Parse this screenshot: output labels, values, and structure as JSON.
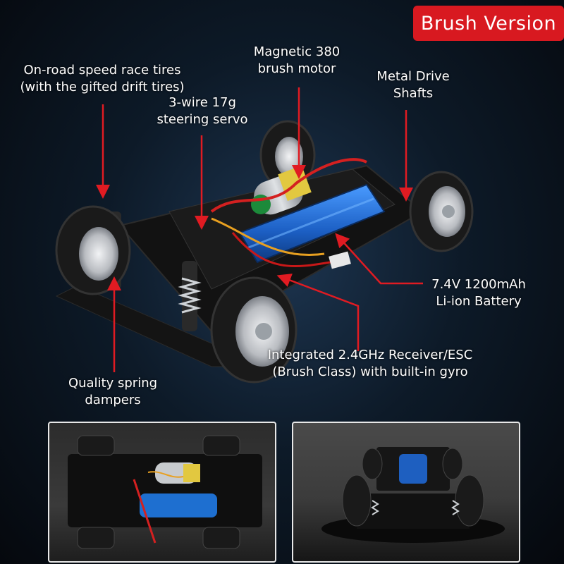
{
  "badge": {
    "label": "Brush Version"
  },
  "callouts": {
    "tires": {
      "line1": "On-road speed race tires",
      "line2": "(with the gifted drift tires)"
    },
    "motor": {
      "line1": "Magnetic 380",
      "line2": "brush motor"
    },
    "shafts": {
      "line1": "Metal Drive",
      "line2": "Shafts"
    },
    "servo": {
      "line1": "3-wire 17g",
      "line2": "steering servo"
    },
    "battery": {
      "line1": "7.4V 1200mAh",
      "line2": "Li-ion Battery"
    },
    "esc": {
      "line1": "Integrated 2.4GHz Receiver/ESC",
      "line2": "(Brush Class) with built-in gyro"
    },
    "dampers": {
      "line1": "Quality spring",
      "line2": "dampers"
    }
  },
  "colors": {
    "accent": "#d81920",
    "arrow": "#e01b22",
    "battery": "#1e6fd0",
    "tire": "#1a1a1a",
    "rim": "#c9ccd0"
  }
}
